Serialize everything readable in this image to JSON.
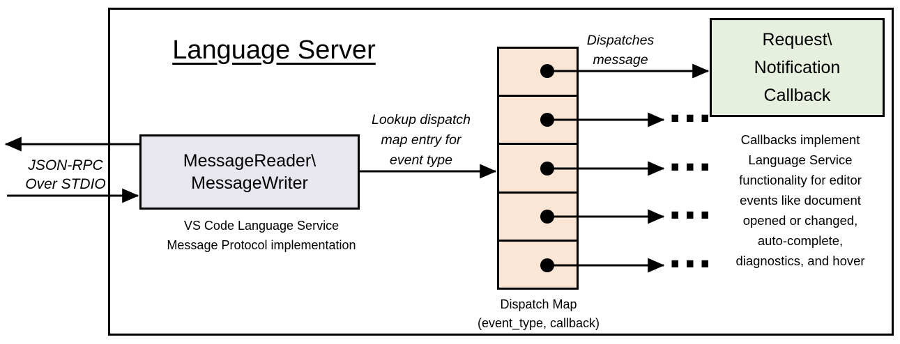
{
  "title": "Language Server",
  "colors": {
    "line": "#000000",
    "reader_box_fill": "#E8E6EE",
    "dispatch_map_fill": "#FBE6D6",
    "callback_box_fill": "#E7EFDE"
  },
  "left_io": {
    "label_lines": [
      "JSON-RPC",
      "Over STDIO"
    ]
  },
  "reader_box": {
    "label_lines": [
      "MessageReader\\",
      "MessageWriter"
    ],
    "caption_lines": [
      "VS Code Language Service",
      "Message Protocol implementation"
    ]
  },
  "lookup_arrow": {
    "label_lines": [
      "Lookup dispatch",
      "map entry for",
      "event type"
    ]
  },
  "dispatch_map": {
    "caption_lines": [
      "Dispatch Map",
      "(event_type, callback)"
    ],
    "row_count": 5,
    "ellipsis": "..."
  },
  "dispatch_arrow": {
    "label_lines": [
      "Dispatches",
      "message"
    ]
  },
  "callback_box": {
    "label_lines": [
      "Request\\",
      "Notification",
      "Callback"
    ]
  },
  "callbacks_note_lines": [
    "Callbacks implement",
    "Language Service",
    "functionality for editor",
    "events like document",
    "opened or changed,",
    "auto-complete,",
    "diagnostics, and hover"
  ]
}
